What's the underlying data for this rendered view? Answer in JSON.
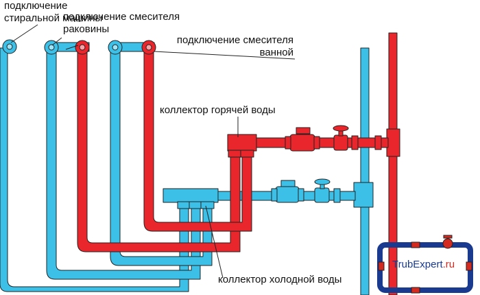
{
  "labels": {
    "washing_machine": "подключение стиральной машины",
    "sink_mixer": "подключение смесителя раковины",
    "bath_mixer": "подключение смесителя ванной",
    "hot_collector": "коллектор горячей воды",
    "cold_collector": "коллектор холодной воды"
  },
  "logo": {
    "part1": "TrubExpert",
    "part2": ".ru"
  },
  "colors": {
    "hot": "#e8262b",
    "cold": "#3cc0e8",
    "outline": "#222222",
    "logo_blue": "#1a3a8f",
    "logo_red": "#d42a20"
  }
}
